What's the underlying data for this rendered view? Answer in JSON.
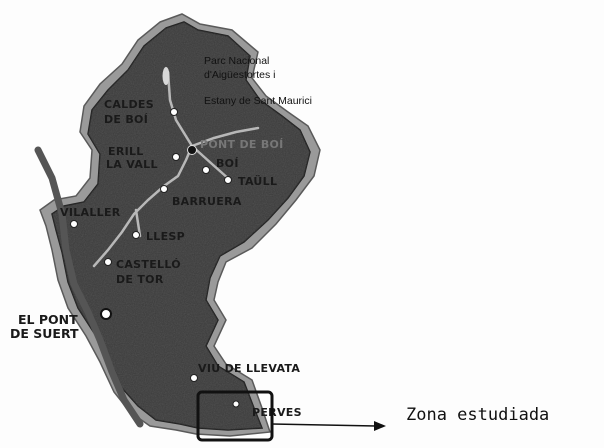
{
  "park": {
    "line1": "Parc Nacional",
    "line2": "d'Aigüestortes i",
    "line3": "Estany de Sant Maurici"
  },
  "places": {
    "caldes_1": "CALDES",
    "caldes_2": "DE BOÍ",
    "erill_1": "ERILL",
    "erill_2": "LA VALL",
    "pont_de_boi": "PONT DE BOÍ",
    "boi": "BOÍ",
    "taull": "TAÜLL",
    "barruera": "BARRUERA",
    "vilaller": "VILALLER",
    "llesp": "LLESP",
    "castello_1": "CASTELLÓ",
    "castello_2": "DE TOR",
    "pont_suert_1": "EL PONT",
    "pont_suert_2": "DE SUERT",
    "viu_de_llevata": "VIU DE LLEVATA",
    "perves": "PERVES"
  },
  "annotation": {
    "zona": "Zona estudiada"
  },
  "colors": {
    "region_fill": "#3a3a3a",
    "region_outline": "#222222",
    "outer_band": "#8a8a8a",
    "rivers": "#b8b8b8",
    "text": "#1a1a1a"
  }
}
